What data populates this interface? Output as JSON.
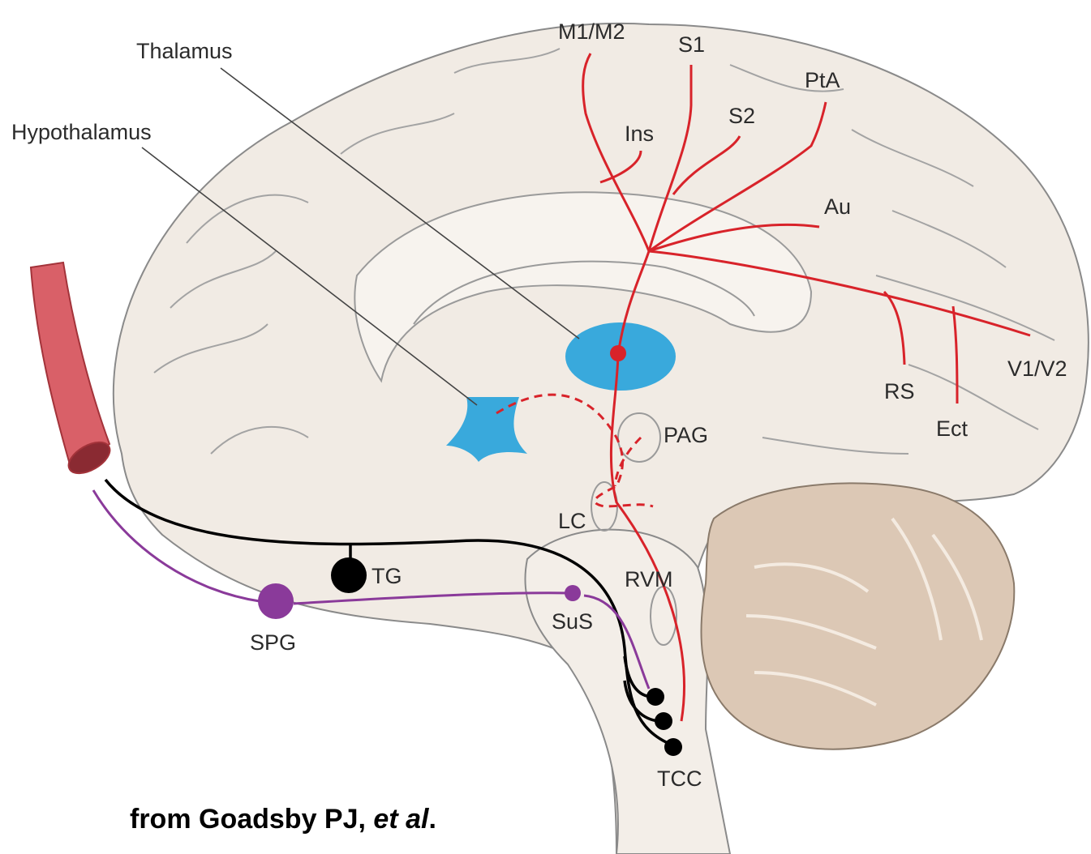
{
  "labels": {
    "thalamus": "Thalamus",
    "hypothalamus": "Hypothalamus",
    "m1m2": "M1/M2",
    "s1": "S1",
    "pta": "PtA",
    "s2": "S2",
    "ins": "Ins",
    "au": "Au",
    "v1v2": "V1/V2",
    "rs": "RS",
    "ect": "Ect",
    "pag": "PAG",
    "lc": "LC",
    "rvm": "RVM",
    "tg": "TG",
    "sus": "SuS",
    "spg": "SPG",
    "tcc": "TCC"
  },
  "credit": {
    "prefix": "from Goadsby PJ, ",
    "italic": "et al",
    "suffix": "."
  },
  "colors": {
    "brain_fill": "#f1ebe4",
    "brain_stroke": "#8a8a8a",
    "cerebellum_fill": "#dcc8b5",
    "pathway_red": "#d8232a",
    "pathway_purple": "#8a3a9a",
    "pathway_black": "#000000",
    "nucleus_blue": "#39a9dc",
    "vessel_red": "#d96068"
  }
}
